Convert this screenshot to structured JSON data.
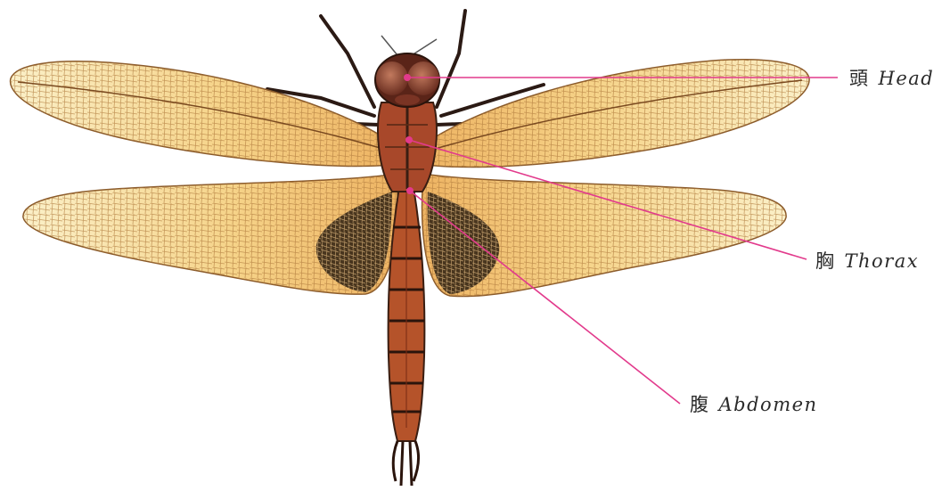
{
  "labels": {
    "head": {
      "kanji": "頭",
      "name": "Head"
    },
    "thorax": {
      "kanji": "胸",
      "name": "Thorax"
    },
    "abdomen": {
      "kanji": "腹",
      "name": "Abdomen"
    }
  },
  "colors": {
    "leader_line": "#e23a8c",
    "wing_fill": "#f4cf7e",
    "wing_vein": "#a86a2c",
    "wing_patch": "#3b2a18",
    "body": "#b5532a",
    "body_dark": "#3a1e12",
    "eye": "#7a3a28"
  }
}
